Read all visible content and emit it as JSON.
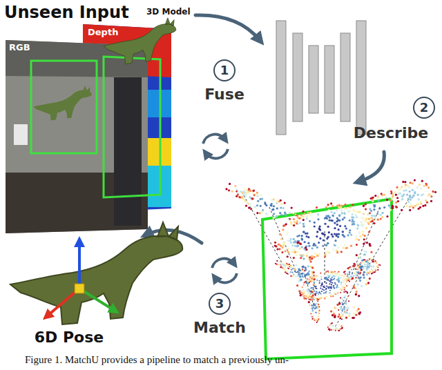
{
  "diagram": {
    "caption": "Figure 1. MatchU provides a pipeline to match a previously un-",
    "nodes": [
      {
        "text": [
          "RGB"
        ]
      },
      {
        "text": [
          "Depth"
        ]
      },
      {
        "text": [
          "1"
        ]
      },
      {
        "text": [
          "2"
        ]
      },
      {
        "text": [
          "3"
        ]
      }
    ],
    "labels": [
      "Unseen Input",
      "3D Model",
      "Fuse",
      "Describe",
      "Match",
      "6D Pose"
    ]
  }
}
